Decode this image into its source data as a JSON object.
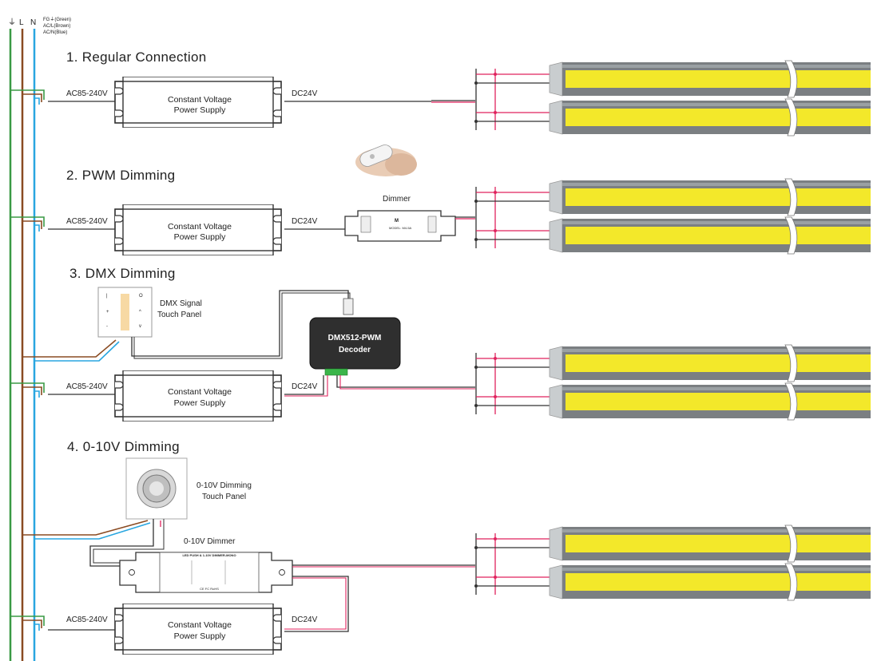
{
  "mains": {
    "ground_symbol": "⏚",
    "l_label": "L",
    "n_label": "N",
    "legend": [
      "FG⏚(Green)",
      "AC/L(Brown)",
      "AC/N(Blue)"
    ]
  },
  "colors": {
    "ground": "#3a9a45",
    "live": "#8a4b22",
    "neutral": "#29a6e0",
    "dc_positive": "#e0235e",
    "strip_cob": "#f3e82a",
    "strip_jacket": "#7b7f82"
  },
  "sections": [
    {
      "title": "1. Regular Connection",
      "input_label": "AC85-240V",
      "psu_lines": [
        "Constant Voltage",
        "Power Supply"
      ],
      "output_label": "DC24V"
    },
    {
      "title": "2. PWM Dimming",
      "input_label": "AC85-240V",
      "psu_lines": [
        "Constant Voltage",
        "Power Supply"
      ],
      "output_label": "DC24V",
      "dimmer_label": "Dimmer",
      "dimmer_model": "MODEL: M4-5A",
      "dimmer_logo": "M"
    },
    {
      "title": "3. DMX Dimming",
      "input_label": "AC85-240V",
      "psu_lines": [
        "Constant Voltage",
        "Power Supply"
      ],
      "output_label": "DC24V",
      "panel_label": [
        "DMX Signal",
        "Touch Panel"
      ],
      "decoder_lines": [
        "DMX512-PWM",
        "Decoder"
      ]
    },
    {
      "title": "4. 0-10V Dimming",
      "input_label": "AC85-240V",
      "psu_lines": [
        "Constant Voltage",
        "Power Supply"
      ],
      "output_label": "DC24V",
      "panel_label": [
        "0-10V Dimming",
        "Touch Panel"
      ],
      "dimmer_label": "0-10V Dimmer",
      "dimmer_header": "LED PUSH & 1-10V DIMMER-MONO",
      "dimmer_marks": "CE FC RoHS"
    }
  ]
}
